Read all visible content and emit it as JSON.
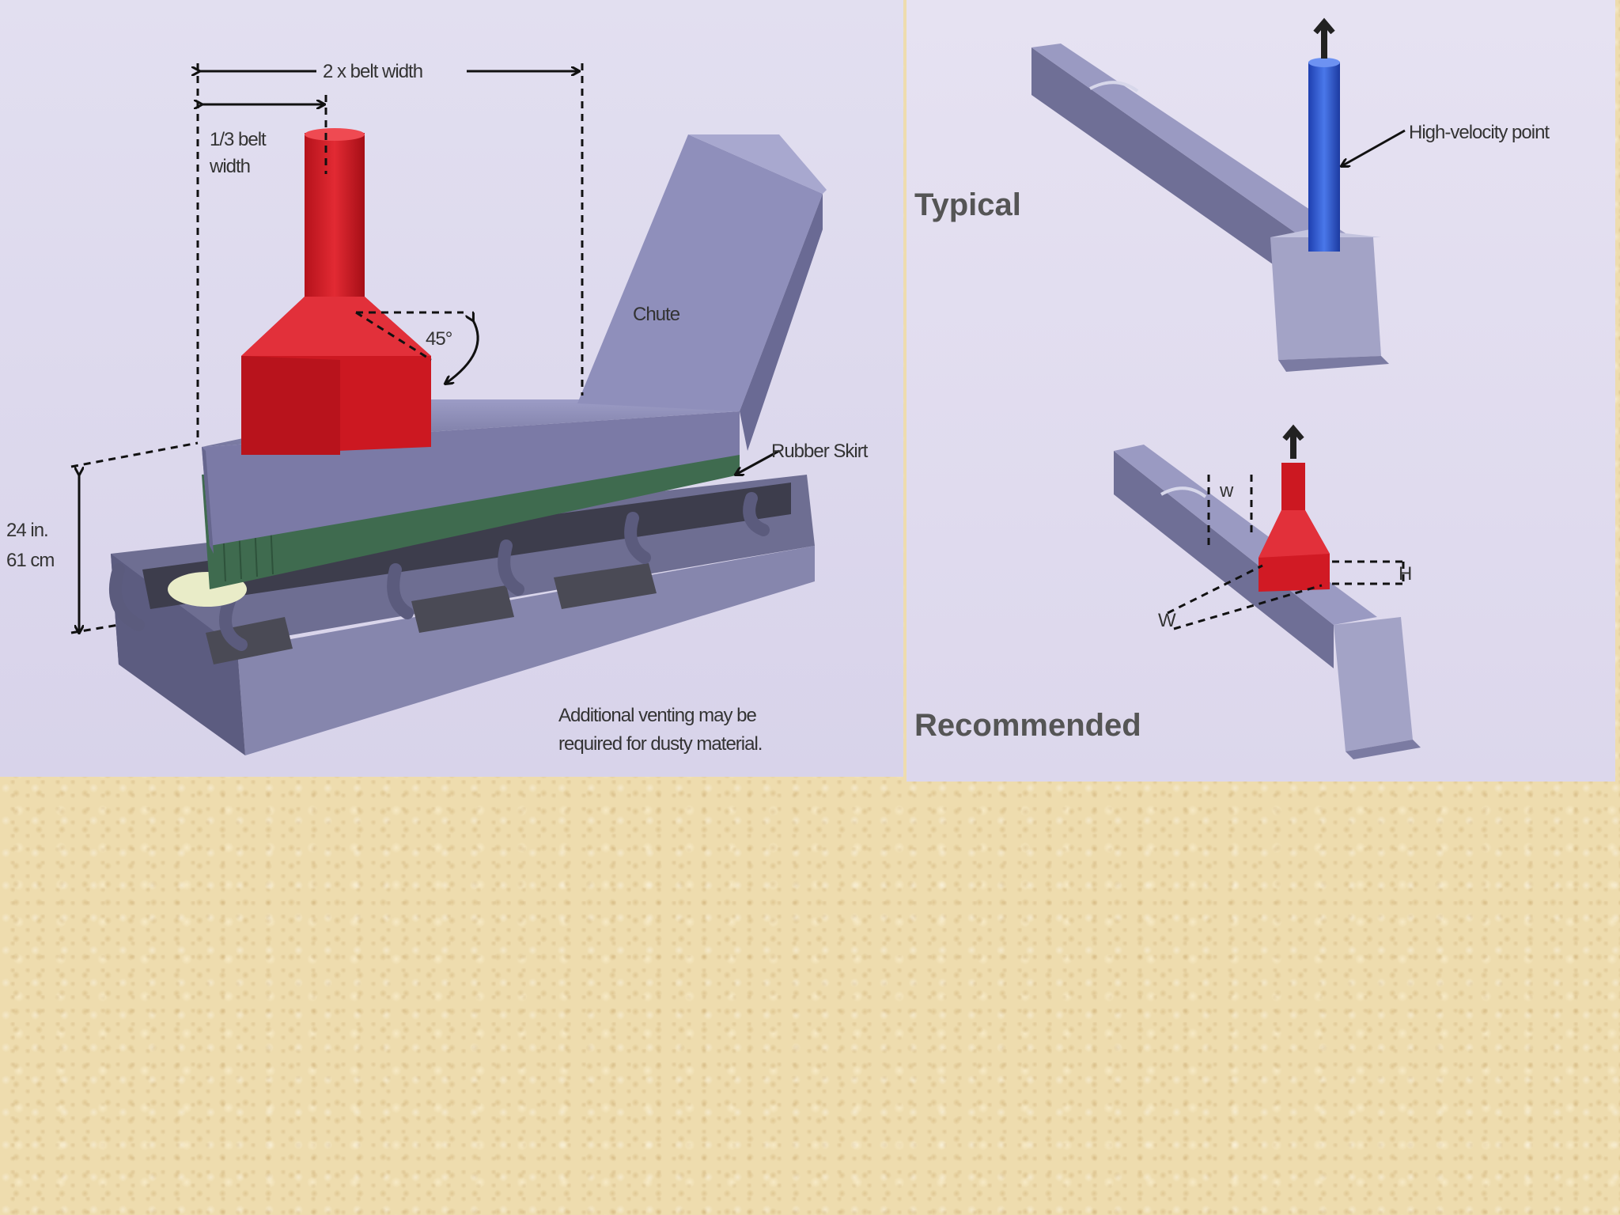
{
  "left_diagram": {
    "belt_width_2x": "2 x belt width",
    "belt_third": [
      "1/3 belt",
      "width"
    ],
    "angle": "45°",
    "chute": "Chute",
    "rubber_skirt": "Rubber Skirt",
    "height": [
      "24 in.",
      "61 cm"
    ],
    "note": [
      "Additional venting may be",
      "required for dusty material."
    ]
  },
  "right_diagram": {
    "typical": "Typical",
    "recommended": "Recommended",
    "high_velocity": "High-velocity point",
    "w_upper": "w",
    "h": "H",
    "w_lower": "W"
  },
  "colors": {
    "hood_red": "#d11a24",
    "stack_blue": "#2f5bd6",
    "chute_purple": "#7b7aa6",
    "skirt_green": "#3f6b4f"
  }
}
